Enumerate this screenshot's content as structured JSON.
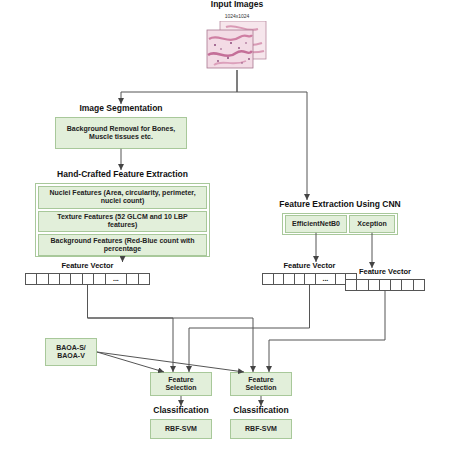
{
  "diagram": {
    "nodes": [
      {
        "text": [
          "Input Images",
          "1024x1024"
        ]
      },
      {
        "text": [
          "Image Segmentation",
          "Background Removal for Bones, Muscle tissues etc."
        ]
      },
      {
        "text": [
          "Hand-Crafted Feature Extraction"
        ]
      },
      {
        "text": [
          "Nuclei Features (Area, circularity, perimeter, nuclei count)"
        ],
        "in": 2
      },
      {
        "text": [
          "Texture Features (52 GLCM and 10 LBP features)"
        ],
        "in": 2
      },
      {
        "text": [
          "Background Features (Red-Blue count with percentage"
        ],
        "in": 2
      },
      {
        "text": [
          "Feature Extraction Using CNN"
        ]
      },
      {
        "text": [
          "EfficientNetB0"
        ],
        "in": 6
      },
      {
        "text": [
          "Xception"
        ],
        "in": 6
      },
      {
        "text": [
          "Feature Vector",
          "..."
        ]
      },
      {
        "text": [
          "Feature Vector",
          "..."
        ]
      },
      {
        "text": [
          "Feature Vector"
        ]
      },
      {
        "text": [
          "BAOA-S/ BAOA-V"
        ]
      },
      {
        "text": [
          "Feature Selection"
        ]
      },
      {
        "text": [
          "Feature Selection"
        ]
      },
      {
        "text": [
          "Classification",
          "RBF-SVM"
        ]
      },
      {
        "text": [
          "Classification",
          "RBF-SVM"
        ]
      }
    ],
    "edges": [
      {
        "from": 0,
        "to": 1,
        "arrow": "to"
      },
      {
        "from": 0,
        "to": 6,
        "arrow": "to"
      },
      {
        "from": 1,
        "to": 2,
        "arrow": "to"
      },
      {
        "from": 2,
        "to": 9,
        "arrow": "to"
      },
      {
        "from": 7,
        "to": 10,
        "arrow": "to"
      },
      {
        "from": 8,
        "to": 11,
        "arrow": "to"
      },
      {
        "from": 9,
        "to": 13,
        "arrow": "to"
      },
      {
        "from": 9,
        "to": 14,
        "arrow": "to"
      },
      {
        "from": 10,
        "to": 13,
        "arrow": "to"
      },
      {
        "from": 11,
        "to": 14,
        "arrow": "to"
      },
      {
        "from": 12,
        "to": 13,
        "arrow": "to"
      },
      {
        "from": 12,
        "to": 14,
        "arrow": "to"
      },
      {
        "from": 13,
        "to": 15,
        "arrow": "to"
      },
      {
        "from": 14,
        "to": 16,
        "arrow": "to"
      }
    ]
  }
}
